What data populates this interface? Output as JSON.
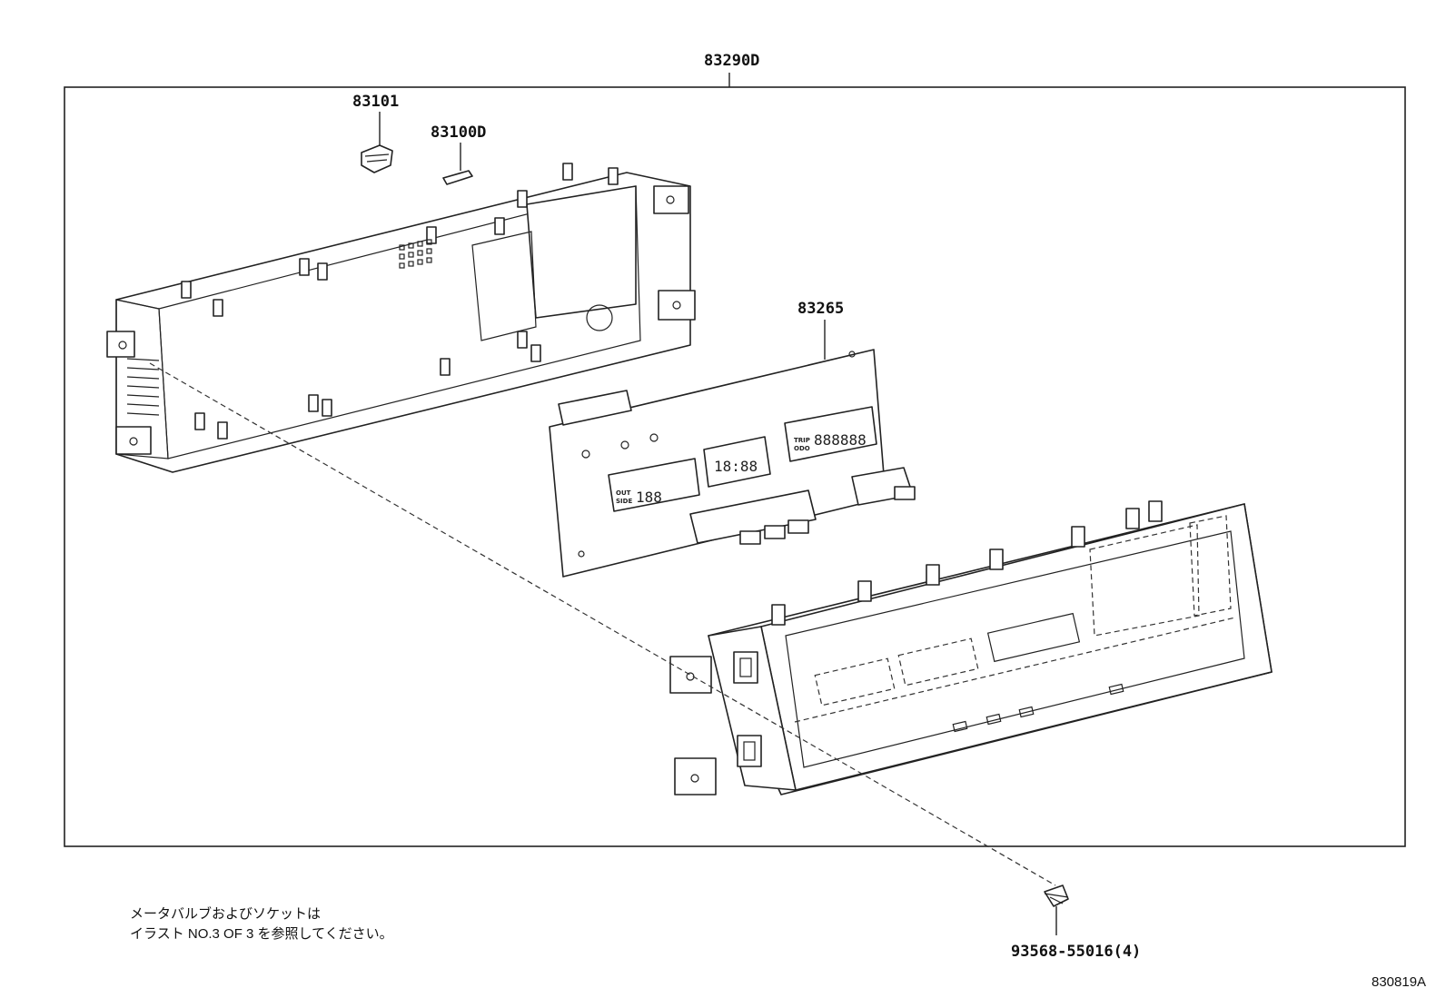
{
  "labels": {
    "assembly": "83290D",
    "socket": "83101",
    "bulb": "83100D",
    "circuit_plate": "83265",
    "screw": "93568-55016(4)"
  },
  "note": {
    "line1": "メータバルブおよびソケットは",
    "line2": "イラスト NO.3 OF 3 を参照してください。"
  },
  "illustration_code": "830819A",
  "lcd": {
    "outside_label_1": "OUT",
    "outside_label_2": "SIDE",
    "outside_digits": "188",
    "clock_digits": "18:88",
    "trip_label_1": "TRIP",
    "trip_label_2": "ODO",
    "odo_digits": "888888"
  }
}
